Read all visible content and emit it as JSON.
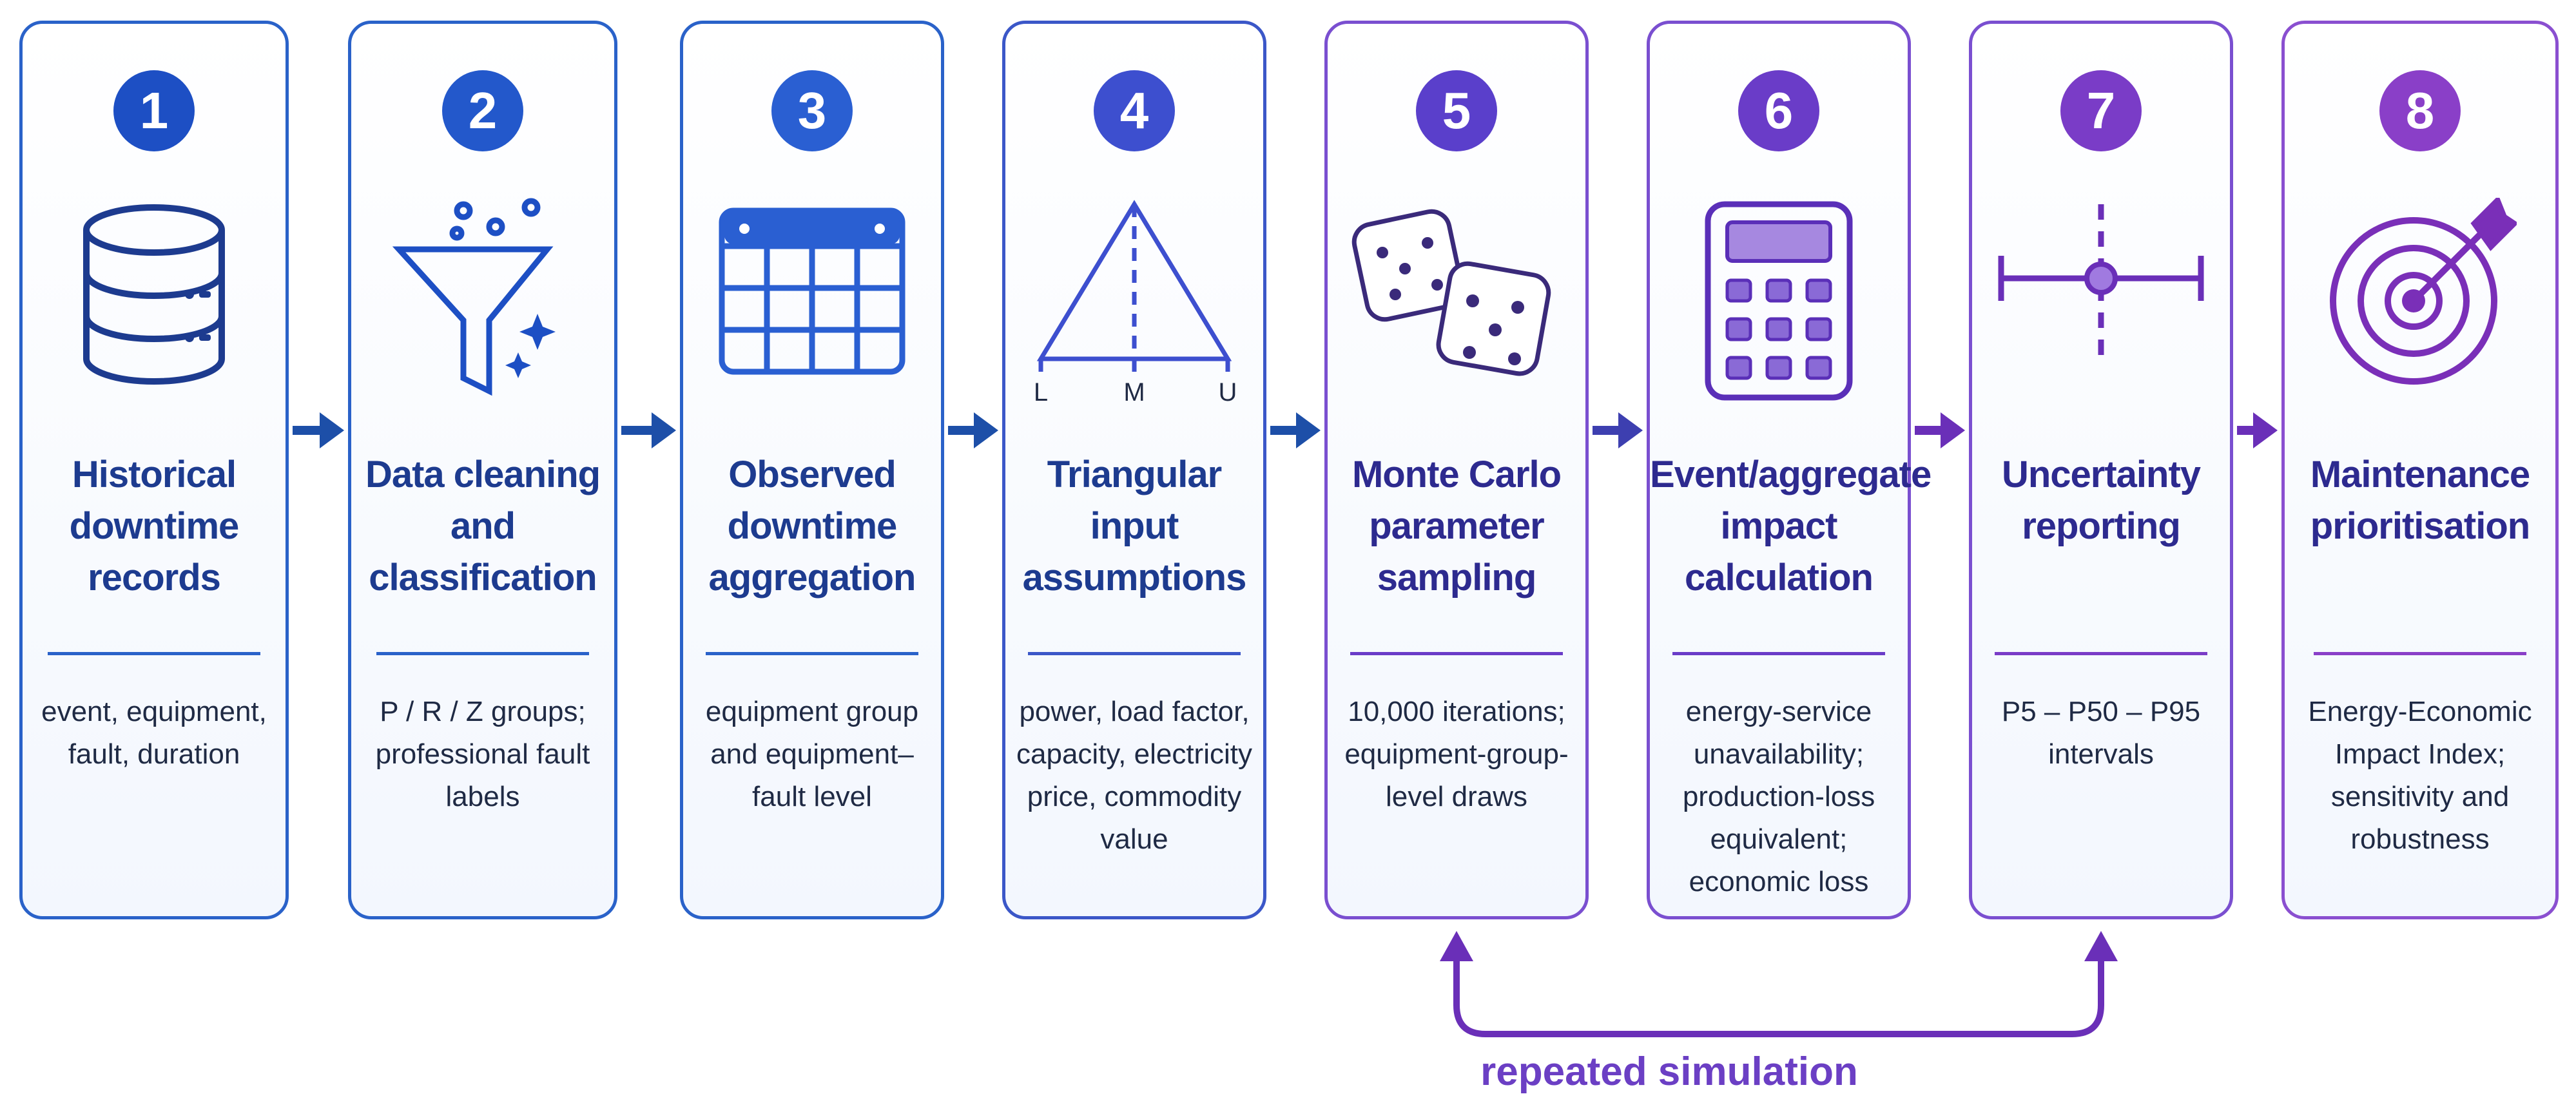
{
  "steps": [
    {
      "number": "1",
      "title": "Historical downtime records",
      "description": "event, equipment, fault, duration",
      "icon": "database-icon"
    },
    {
      "number": "2",
      "title": "Data cleaning and classification",
      "description": "P / R / Z groups; professional fault labels",
      "icon": "funnel-icon"
    },
    {
      "number": "3",
      "title": "Observed downtime aggregation",
      "description": "equipment group and equipment–fault level",
      "icon": "table-icon"
    },
    {
      "number": "4",
      "title": "Triangular input assumptions",
      "description": "power, load factor, capacity, electricity price, commodity value",
      "icon": "triangle-distribution-icon",
      "triangle_labels": [
        "L",
        "M",
        "U"
      ]
    },
    {
      "number": "5",
      "title": "Monte Carlo parameter sampling",
      "description": "10,000 iterations; equipment-group-level draws",
      "icon": "dice-icon"
    },
    {
      "number": "6",
      "title": "Event/aggregate impact calculation",
      "description": "energy-service unavailability; production-loss equivalent; economic loss",
      "icon": "calculator-icon"
    },
    {
      "number": "7",
      "title": "Uncertainty reporting",
      "description": "P5 – P50 – P95 intervals",
      "icon": "interval-icon"
    },
    {
      "number": "8",
      "title": "Maintenance prioritisation",
      "description": "Energy-Economic Impact Index; sensitivity and robustness",
      "icon": "target-icon"
    }
  ],
  "loop_label": "repeated simulation",
  "colors": [
    "#1d4fc4",
    "#2358cb",
    "#2a5fd2",
    "#3d4fcf",
    "#5a3fcb",
    "#6a3cc8",
    "#7a3cc7",
    "#8a3fc8"
  ]
}
